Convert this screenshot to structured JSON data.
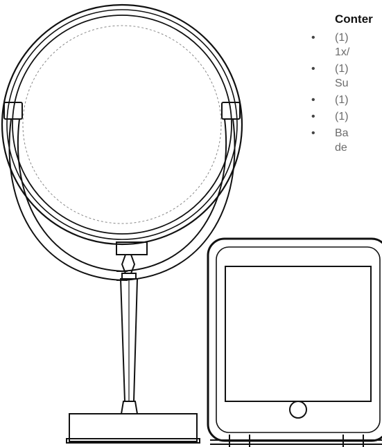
{
  "contents": {
    "heading": "Conter",
    "items": [
      {
        "text": "(1)\n1x/"
      },
      {
        "text": "(1)\nSu"
      },
      {
        "text": "(1)"
      },
      {
        "text": "(1)"
      },
      {
        "text": "Ba\nde"
      }
    ]
  }
}
